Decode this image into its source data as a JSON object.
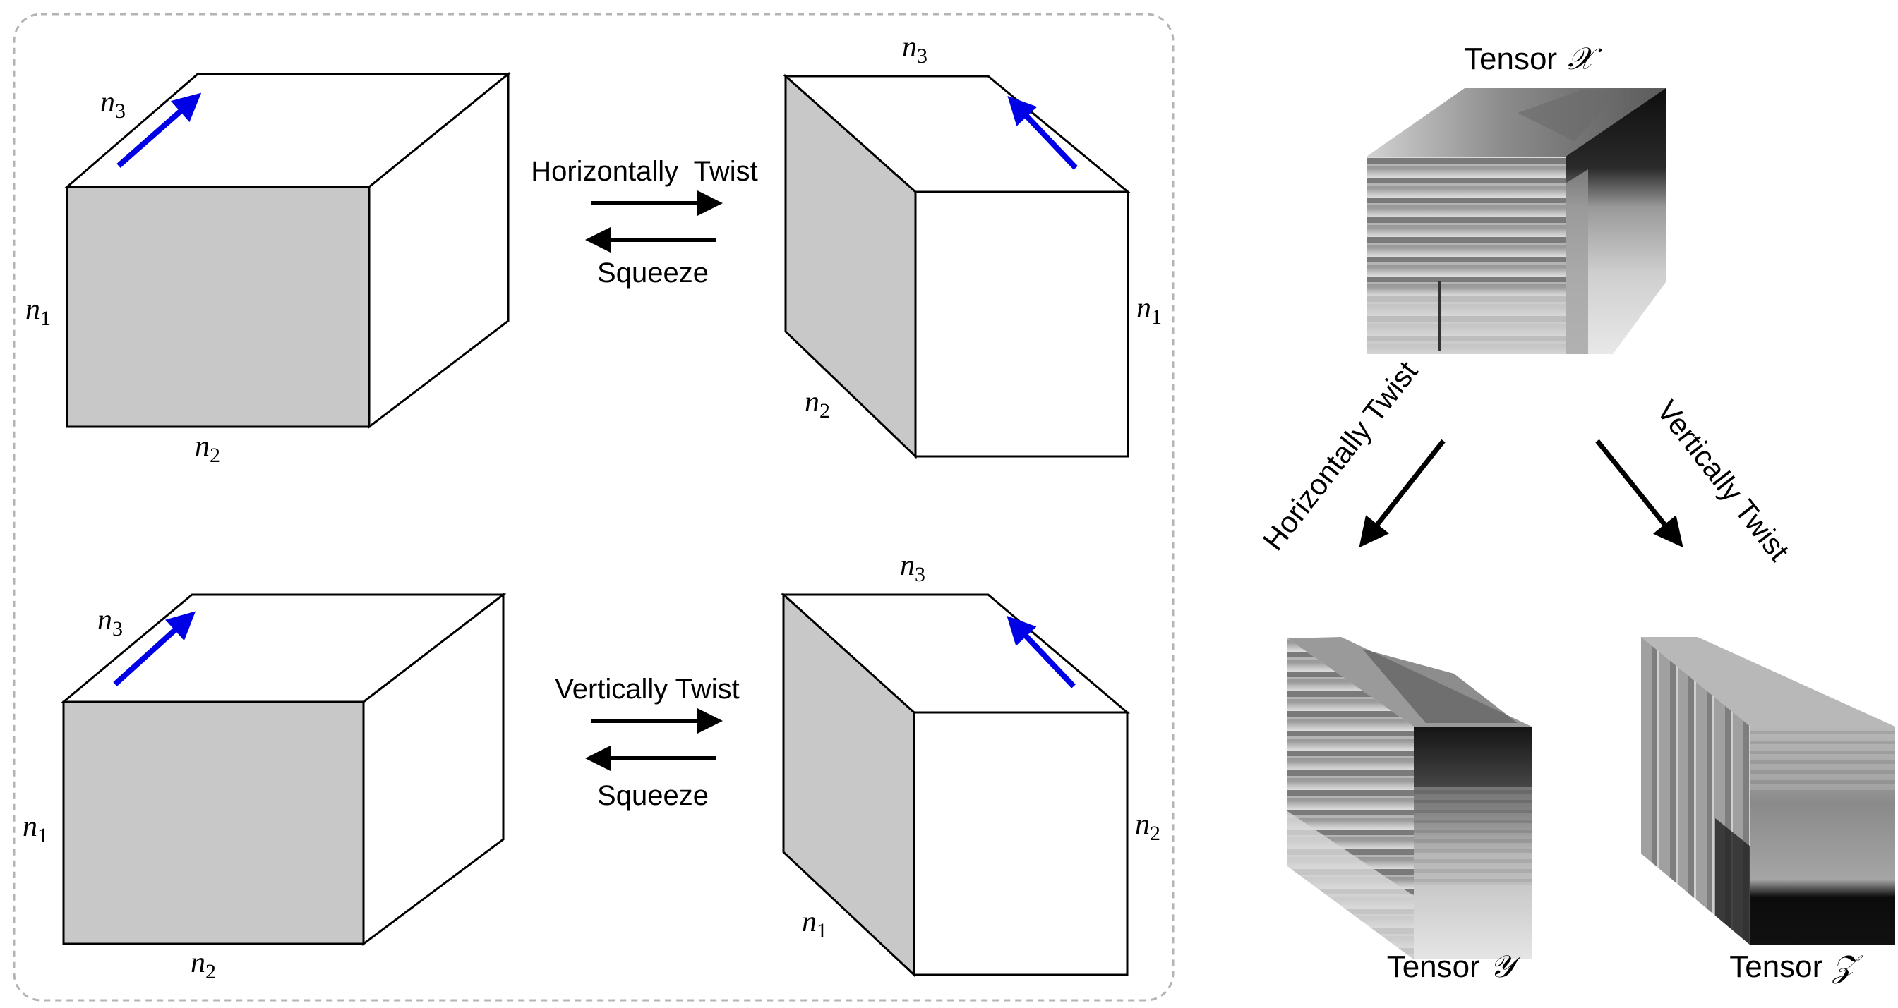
{
  "colors": {
    "front_face": "#c8c8c8",
    "edge": "#000000",
    "accent_arrow": "#0000e6",
    "panel_border": "#b4b4b4"
  },
  "left_panel": {
    "row_top": {
      "cube_left": {
        "top_label": "n3",
        "left_label": "n1",
        "bottom_label": "n2"
      },
      "forward_label": "Horizontally  Twist",
      "backward_label": "Squeeze",
      "cube_right": {
        "top_label": "n3",
        "right_label": "n1",
        "bottom_label": "n2"
      }
    },
    "row_bottom": {
      "cube_left": {
        "top_label": "n3",
        "left_label": "n1",
        "bottom_label": "n2"
      },
      "forward_label": "Vertically Twist",
      "backward_label": "Squeeze",
      "cube_right": {
        "top_label": "n3",
        "right_label": "n2",
        "bottom_label": "n1"
      }
    }
  },
  "right_panel": {
    "tensor_x": {
      "word": "Tensor",
      "symbol": "𝒳"
    },
    "tensor_y": {
      "word": "Tensor",
      "symbol": "𝒴"
    },
    "tensor_z": {
      "word": "Tensor",
      "symbol": "𝒵"
    },
    "arrow_left_label": "Horizontally Twist",
    "arrow_right_label": "Vertically Twist"
  }
}
